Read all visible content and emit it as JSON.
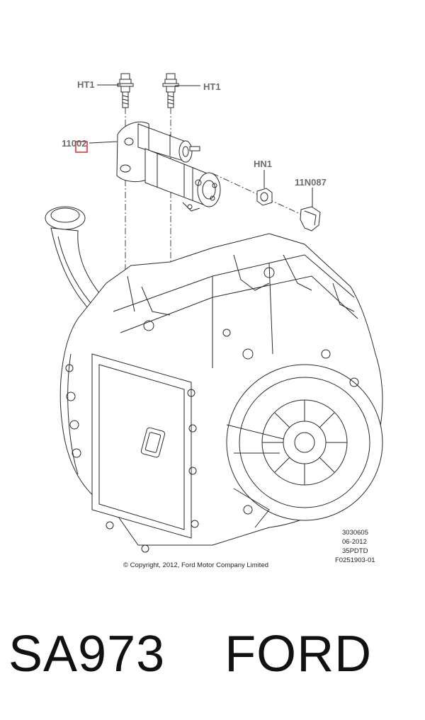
{
  "callouts": {
    "bolt_left": "HT1",
    "bolt_right": "HT1",
    "starter": "11002",
    "nut": "HN1",
    "cap": "11N087"
  },
  "meta_block": {
    "line1": "3030605",
    "line2": "06-2012",
    "line3": "35PDTD",
    "line4": "F0251903-01"
  },
  "copyright": "© Copyright, 2012, Ford Motor Company Limited",
  "caption": {
    "part_number": "SA973",
    "brand": "FORD"
  },
  "colors": {
    "highlight_box": "#e0282c",
    "callout_text": "#6b6b6b"
  }
}
